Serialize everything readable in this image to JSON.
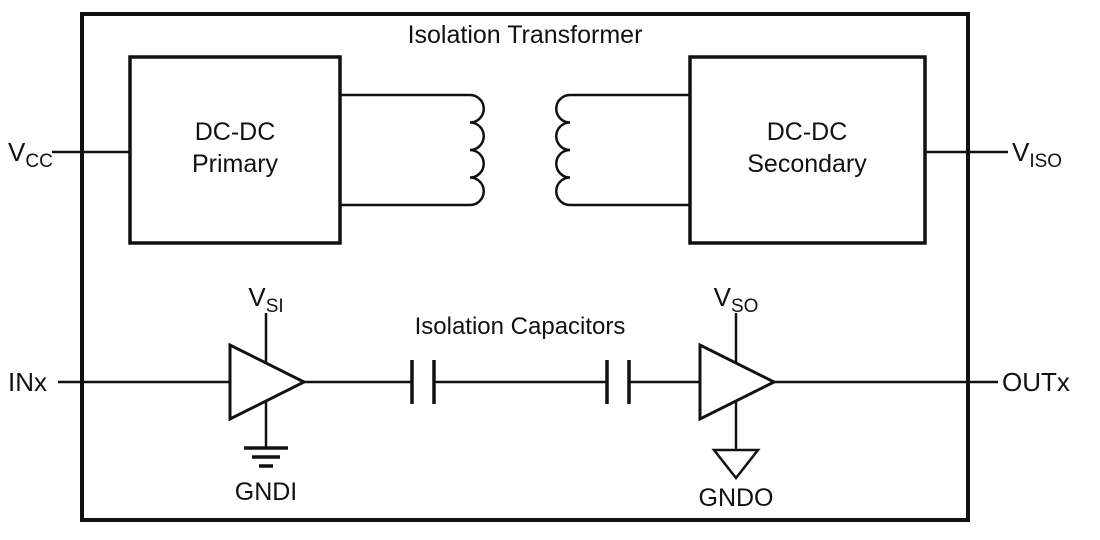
{
  "diagram": {
    "title": "Isolation Transformer",
    "caps_label": "Isolation Capacitors",
    "blocks": {
      "primary": {
        "line1": "DC-DC",
        "line2": "Primary"
      },
      "secondary": {
        "line1": "DC-DC",
        "line2": "Secondary"
      }
    },
    "pins": {
      "vcc": {
        "main": "V",
        "sub": "CC"
      },
      "viso": {
        "main": "V",
        "sub": "ISO"
      },
      "vsi": {
        "main": "V",
        "sub": "SI"
      },
      "vso": {
        "main": "V",
        "sub": "SO"
      },
      "inx": "INx",
      "outx": "OUTx",
      "gndi": "GNDI",
      "gndo": "GNDO"
    },
    "colors": {
      "line": "#111111",
      "background": "#ffffff"
    }
  }
}
